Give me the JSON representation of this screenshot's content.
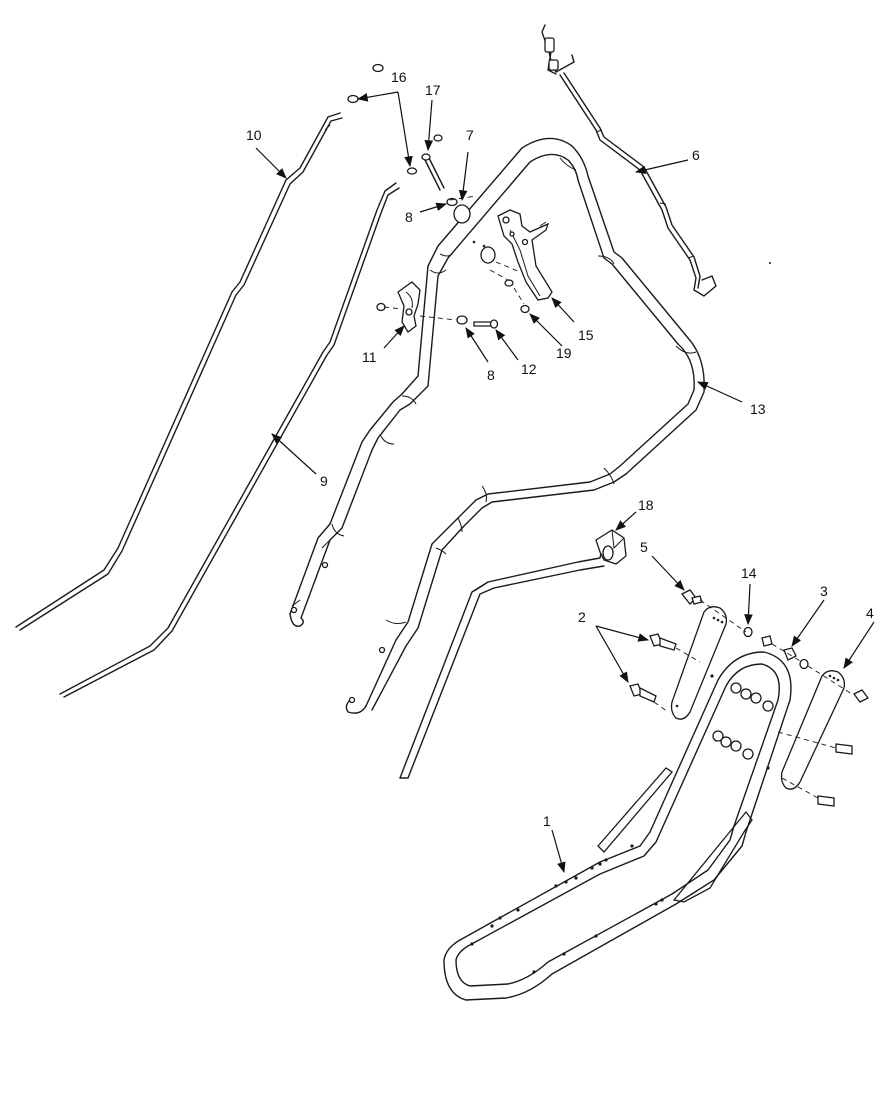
{
  "callouts": [
    {
      "id": "c1",
      "label": "1"
    },
    {
      "id": "c2",
      "label": "2"
    },
    {
      "id": "c3",
      "label": "3"
    },
    {
      "id": "c4",
      "label": "4"
    },
    {
      "id": "c5",
      "label": "5"
    },
    {
      "id": "c6",
      "label": "6"
    },
    {
      "id": "c7",
      "label": "7"
    },
    {
      "id": "c8a",
      "label": "8"
    },
    {
      "id": "c8b",
      "label": "8"
    },
    {
      "id": "c9",
      "label": "9"
    },
    {
      "id": "c10",
      "label": "10"
    },
    {
      "id": "c11",
      "label": "11"
    },
    {
      "id": "c12",
      "label": "12"
    },
    {
      "id": "c13",
      "label": "13"
    },
    {
      "id": "c14",
      "label": "14"
    },
    {
      "id": "c15",
      "label": "15"
    },
    {
      "id": "c16",
      "label": "16"
    },
    {
      "id": "c17",
      "label": "17"
    },
    {
      "id": "c18",
      "label": "18"
    },
    {
      "id": "c19",
      "label": "19"
    }
  ]
}
